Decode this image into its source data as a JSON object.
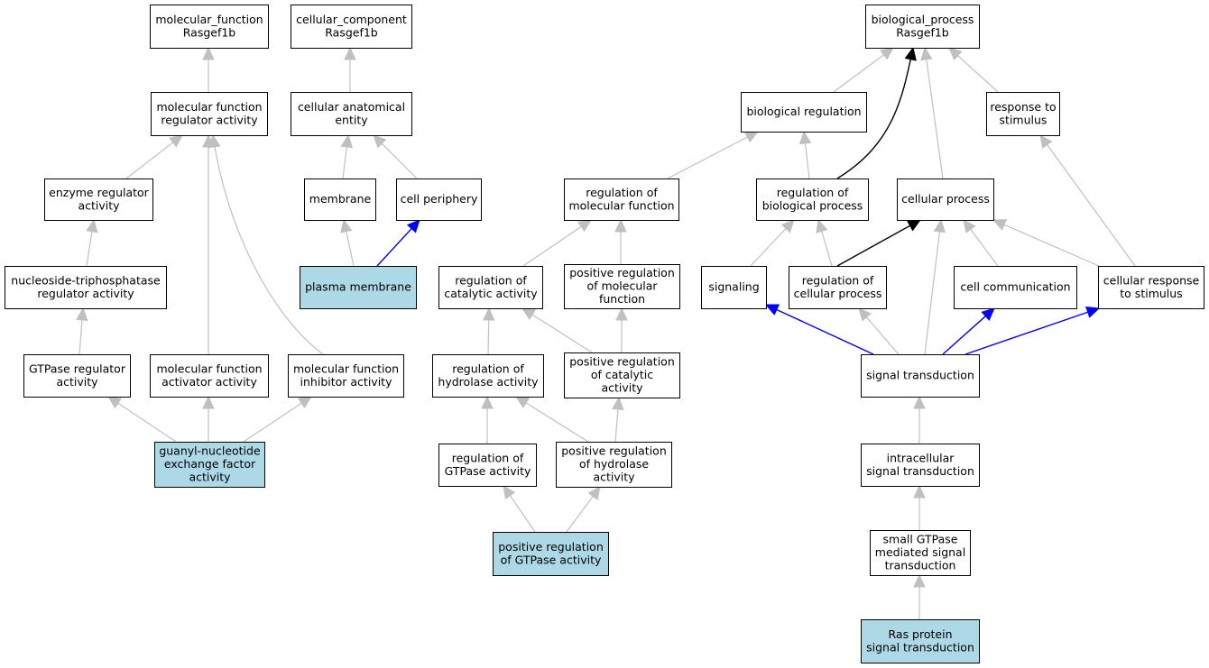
{
  "colors": {
    "default_fill": "#ffffff",
    "highlight_fill": "#add8e6",
    "edge_grey": "#c0c0c0",
    "edge_black": "#000000",
    "edge_blue": "#0000ff"
  },
  "nodes": [
    {
      "id": "mf_root",
      "lines": [
        "molecular_function",
        "Rasgef1b"
      ],
      "highlight": false
    },
    {
      "id": "cc_root",
      "lines": [
        "cellular_component",
        "Rasgef1b"
      ],
      "highlight": false
    },
    {
      "id": "bp_root",
      "lines": [
        "biological_process",
        "Rasgef1b"
      ],
      "highlight": false
    },
    {
      "id": "mf_reg",
      "lines": [
        "molecular function",
        "regulator activity"
      ],
      "highlight": false
    },
    {
      "id": "cae",
      "lines": [
        "cellular anatomical",
        "entity"
      ],
      "highlight": false
    },
    {
      "id": "bio_reg",
      "lines": [
        "biological regulation"
      ],
      "highlight": false
    },
    {
      "id": "resp_stim",
      "lines": [
        "response to",
        "stimulus"
      ],
      "highlight": false
    },
    {
      "id": "enz_reg",
      "lines": [
        "enzyme regulator",
        "activity"
      ],
      "highlight": false
    },
    {
      "id": "membrane",
      "lines": [
        "membrane"
      ],
      "highlight": false
    },
    {
      "id": "cell_periph",
      "lines": [
        "cell periphery"
      ],
      "highlight": false
    },
    {
      "id": "reg_mol_fn",
      "lines": [
        "regulation of",
        "molecular function"
      ],
      "highlight": false
    },
    {
      "id": "reg_bio_proc",
      "lines": [
        "regulation of",
        "biological process"
      ],
      "highlight": false
    },
    {
      "id": "cell_proc",
      "lines": [
        "cellular process"
      ],
      "highlight": false
    },
    {
      "id": "ntp_reg",
      "lines": [
        "nucleoside-triphosphatase",
        "regulator activity"
      ],
      "highlight": false
    },
    {
      "id": "plasma_mem",
      "lines": [
        "plasma membrane"
      ],
      "highlight": true
    },
    {
      "id": "reg_cat",
      "lines": [
        "regulation of",
        "catalytic activity"
      ],
      "highlight": false
    },
    {
      "id": "pos_reg_mol",
      "lines": [
        "positive regulation",
        "of molecular",
        "function"
      ],
      "highlight": false
    },
    {
      "id": "signaling",
      "lines": [
        "signaling"
      ],
      "highlight": false
    },
    {
      "id": "reg_cell_proc",
      "lines": [
        "regulation of",
        "cellular process"
      ],
      "highlight": false
    },
    {
      "id": "cell_comm",
      "lines": [
        "cell communication"
      ],
      "highlight": false
    },
    {
      "id": "cell_resp",
      "lines": [
        "cellular response",
        "to stimulus"
      ],
      "highlight": false
    },
    {
      "id": "gtpase_reg",
      "lines": [
        "GTPase regulator",
        "activity"
      ],
      "highlight": false
    },
    {
      "id": "mf_act",
      "lines": [
        "molecular function",
        "activator activity"
      ],
      "highlight": false
    },
    {
      "id": "mf_inh",
      "lines": [
        "molecular function",
        "inhibitor activity"
      ],
      "highlight": false
    },
    {
      "id": "reg_hyd",
      "lines": [
        "regulation of",
        "hydrolase activity"
      ],
      "highlight": false
    },
    {
      "id": "pos_reg_cat",
      "lines": [
        "positive regulation",
        "of catalytic",
        "activity"
      ],
      "highlight": false
    },
    {
      "id": "sig_trans",
      "lines": [
        "signal transduction"
      ],
      "highlight": false
    },
    {
      "id": "gnef",
      "lines": [
        "guanyl-nucleotide",
        "exchange factor",
        "activity"
      ],
      "highlight": true
    },
    {
      "id": "reg_gtpase",
      "lines": [
        "regulation of",
        "GTPase activity"
      ],
      "highlight": false
    },
    {
      "id": "pos_reg_hyd",
      "lines": [
        "positive regulation",
        "of hydrolase",
        "activity"
      ],
      "highlight": false
    },
    {
      "id": "intra_sig",
      "lines": [
        "intracellular",
        "signal transduction"
      ],
      "highlight": false
    },
    {
      "id": "pos_reg_gtpase",
      "lines": [
        "positive regulation",
        "of GTPase activity"
      ],
      "highlight": true
    },
    {
      "id": "small_gtpase",
      "lines": [
        "small GTPase",
        "mediated signal",
        "transduction"
      ],
      "highlight": false
    },
    {
      "id": "ras_sig",
      "lines": [
        "Ras protein",
        "signal transduction"
      ],
      "highlight": true
    }
  ],
  "edges": [
    {
      "from": "mf_reg",
      "to": "mf_root",
      "color": "grey"
    },
    {
      "from": "cae",
      "to": "cc_root",
      "color": "grey"
    },
    {
      "from": "bio_reg",
      "to": "bp_root",
      "color": "grey"
    },
    {
      "from": "resp_stim",
      "to": "bp_root",
      "color": "grey"
    },
    {
      "from": "reg_bio_proc",
      "to": "bp_root",
      "color": "black"
    },
    {
      "from": "cell_proc",
      "to": "bp_root",
      "color": "grey"
    },
    {
      "from": "enz_reg",
      "to": "mf_reg",
      "color": "grey"
    },
    {
      "from": "mf_act",
      "to": "mf_reg",
      "color": "grey"
    },
    {
      "from": "mf_inh",
      "to": "mf_reg",
      "color": "grey"
    },
    {
      "from": "membrane",
      "to": "cae",
      "color": "grey"
    },
    {
      "from": "cell_periph",
      "to": "cae",
      "color": "grey"
    },
    {
      "from": "reg_mol_fn",
      "to": "bio_reg",
      "color": "grey"
    },
    {
      "from": "reg_bio_proc",
      "to": "bio_reg",
      "color": "grey"
    },
    {
      "from": "cell_resp",
      "to": "resp_stim",
      "color": "grey"
    },
    {
      "from": "ntp_reg",
      "to": "enz_reg",
      "color": "grey"
    },
    {
      "from": "plasma_mem",
      "to": "membrane",
      "color": "grey"
    },
    {
      "from": "plasma_mem",
      "to": "cell_periph",
      "color": "blue"
    },
    {
      "from": "reg_cat",
      "to": "reg_mol_fn",
      "color": "grey"
    },
    {
      "from": "pos_reg_mol",
      "to": "reg_mol_fn",
      "color": "grey"
    },
    {
      "from": "signaling",
      "to": "reg_bio_proc",
      "color": "grey"
    },
    {
      "from": "reg_cell_proc",
      "to": "reg_bio_proc",
      "color": "grey"
    },
    {
      "from": "reg_cell_proc",
      "to": "cell_proc",
      "color": "black"
    },
    {
      "from": "sig_trans",
      "to": "cell_proc",
      "color": "grey"
    },
    {
      "from": "cell_comm",
      "to": "cell_proc",
      "color": "grey"
    },
    {
      "from": "cell_resp",
      "to": "cell_proc",
      "color": "grey"
    },
    {
      "from": "gtpase_reg",
      "to": "ntp_reg",
      "color": "grey"
    },
    {
      "from": "reg_hyd",
      "to": "reg_cat",
      "color": "grey"
    },
    {
      "from": "pos_reg_cat",
      "to": "reg_cat",
      "color": "grey"
    },
    {
      "from": "pos_reg_cat",
      "to": "pos_reg_mol",
      "color": "grey"
    },
    {
      "from": "sig_trans",
      "to": "signaling",
      "color": "blue"
    },
    {
      "from": "sig_trans",
      "to": "reg_cell_proc",
      "color": "grey"
    },
    {
      "from": "sig_trans",
      "to": "cell_comm",
      "color": "blue"
    },
    {
      "from": "sig_trans",
      "to": "cell_resp",
      "color": "blue"
    },
    {
      "from": "gnef",
      "to": "gtpase_reg",
      "color": "grey"
    },
    {
      "from": "gnef",
      "to": "mf_act",
      "color": "grey"
    },
    {
      "from": "gnef",
      "to": "mf_inh",
      "color": "grey"
    },
    {
      "from": "reg_gtpase",
      "to": "reg_hyd",
      "color": "grey"
    },
    {
      "from": "pos_reg_hyd",
      "to": "reg_hyd",
      "color": "grey"
    },
    {
      "from": "pos_reg_hyd",
      "to": "pos_reg_cat",
      "color": "grey"
    },
    {
      "from": "pos_reg_gtpase",
      "to": "reg_gtpase",
      "color": "grey"
    },
    {
      "from": "pos_reg_gtpase",
      "to": "pos_reg_hyd",
      "color": "grey"
    },
    {
      "from": "intra_sig",
      "to": "sig_trans",
      "color": "grey"
    },
    {
      "from": "small_gtpase",
      "to": "intra_sig",
      "color": "grey"
    },
    {
      "from": "ras_sig",
      "to": "small_gtpase",
      "color": "grey"
    }
  ]
}
